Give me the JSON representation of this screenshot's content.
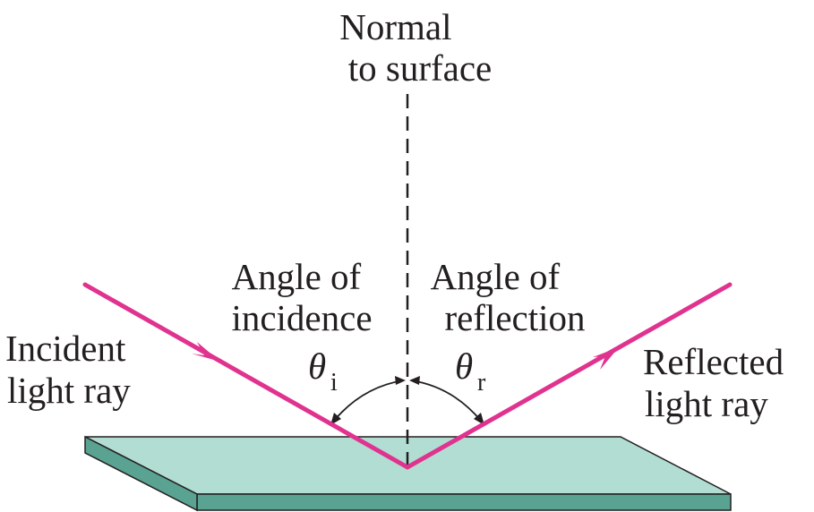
{
  "normal_label": {
    "line1": "Normal",
    "line2": "to surface"
  },
  "incidence_label": {
    "line1": "Angle of",
    "line2": "incidence"
  },
  "reflection_label": {
    "line1": "Angle of",
    "line2": "reflection"
  },
  "incident_ray_label": {
    "line1": "Incident",
    "line2": "light ray"
  },
  "reflected_ray_label": {
    "line1": "Reflected",
    "line2": "light ray"
  },
  "theta_i": {
    "symbol": "θ",
    "subscript": "i"
  },
  "theta_r": {
    "symbol": "θ",
    "subscript": "r"
  },
  "colors": {
    "ray": "#e0338f",
    "surface_top": "#b2ddd3",
    "surface_edge": "#5aa291",
    "outline": "#231f20"
  }
}
